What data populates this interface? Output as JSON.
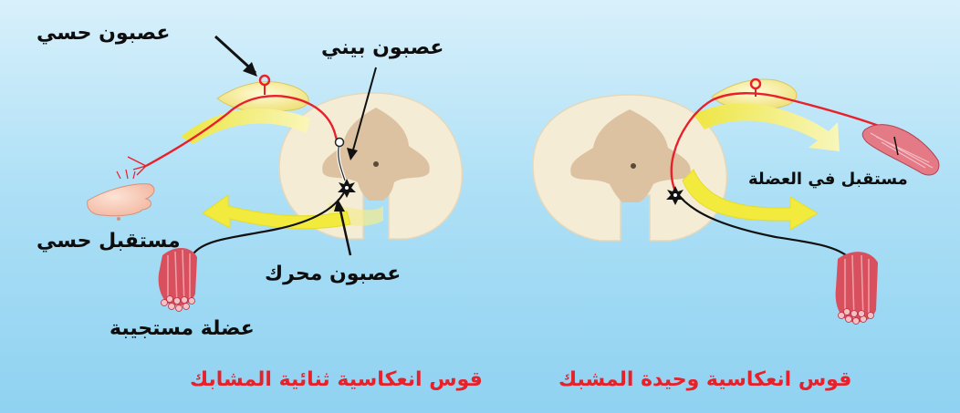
{
  "labels": {
    "sensory_neuron": "عصبون حسي",
    "interneuron": "عصبون بيني",
    "motor_neuron": "عصبون محرك",
    "sensory_receptor": "مستقبل حسي",
    "effector_muscle": "عضلة مستجيبة",
    "muscle_receptor": "مستقبل في العضلة"
  },
  "captions": {
    "disynaptic_arc": "قوس انعكاسية ثنائية المشابك",
    "monosynaptic_arc": "قوس انعكاسية وحيدة المشبك"
  },
  "colors": {
    "caption": "#e8202a",
    "sensory_fiber": "#e8202a",
    "motor_fiber": "#111111",
    "impulse_arrow": "#f2ea3c",
    "ganglion": "#f4ec8e",
    "white_matter": "#f4ead4",
    "grey_matter": "#dcc0a0",
    "muscle": "#d8505e",
    "background": "#aee0f6"
  }
}
